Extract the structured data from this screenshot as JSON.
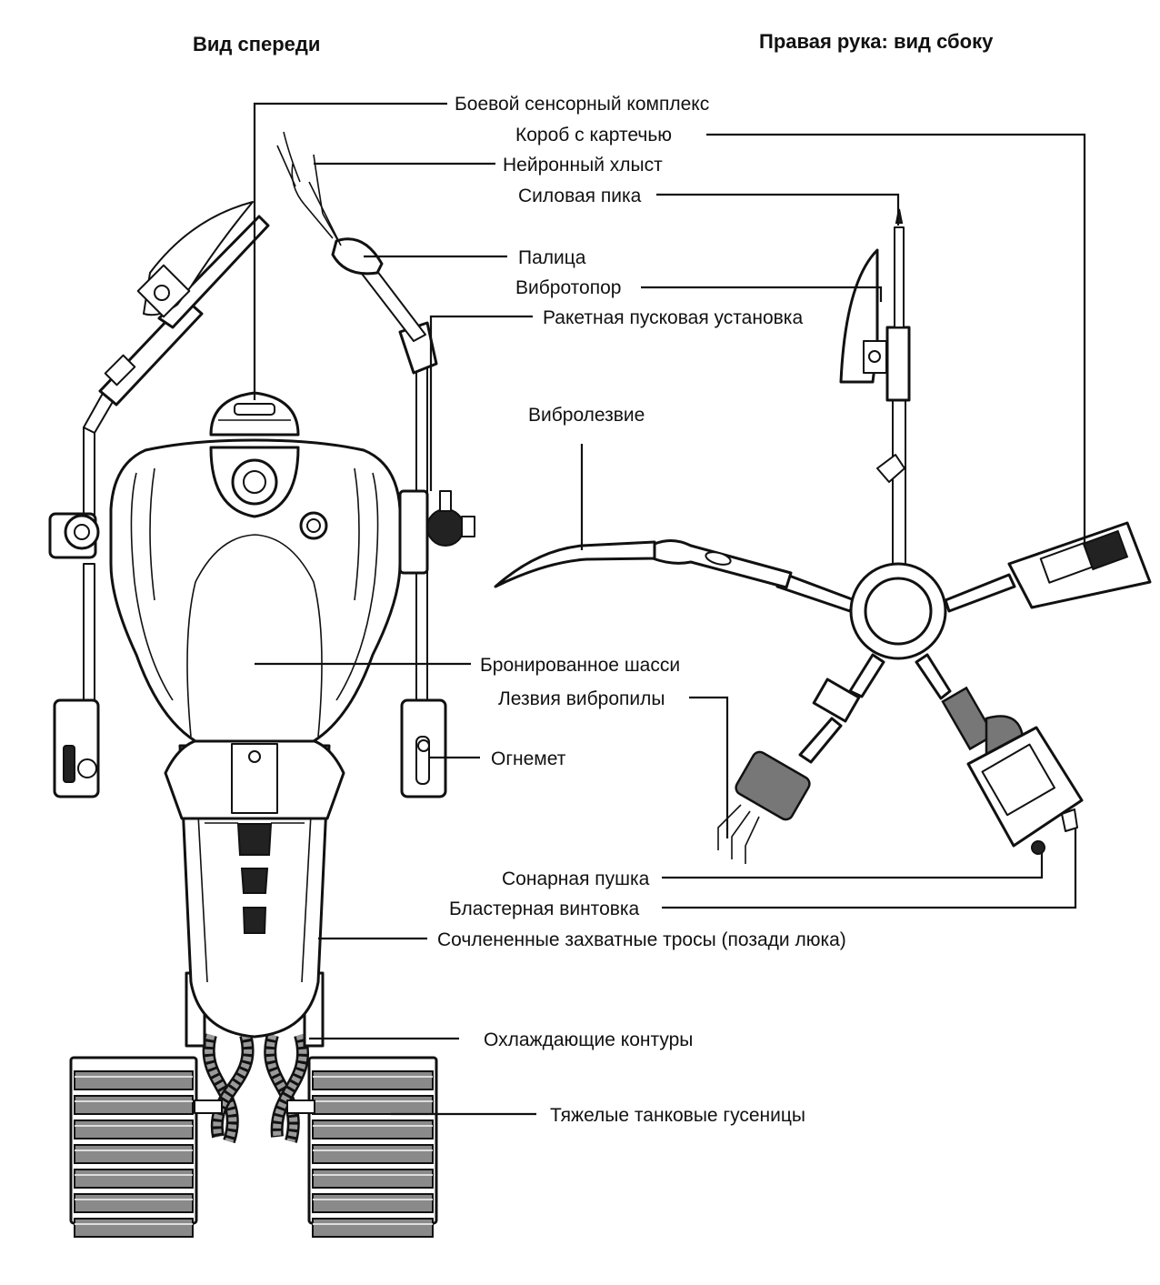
{
  "headers": {
    "front_view": "Вид спереди",
    "right_arm_side_view": "Правая рука: вид сбоку"
  },
  "labels": [
    "Боевой сенсорный комплекс",
    "Короб с картечью",
    "Нейронный хлыст",
    "Силовая пика",
    "Палица",
    "Вибротопор",
    "Ракетная пусковая установка",
    "Вибролезвие",
    "Бронированное шасси",
    "Лезвия вибропилы",
    "Огнемет",
    "Сонарная пушка",
    "Бластерная винтовка",
    "Сочлененные захватные тросы (позади люка)",
    "Охлаждающие контуры",
    "Тяжелые танковые гусеницы"
  ]
}
